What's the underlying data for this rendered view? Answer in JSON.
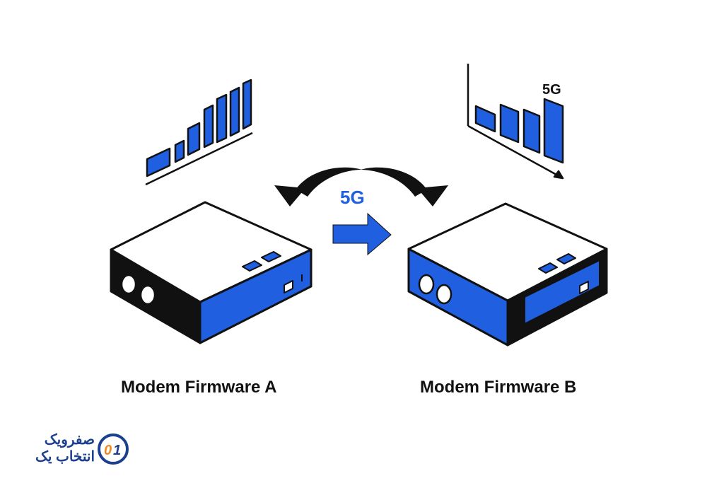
{
  "labels": {
    "modem_a": "Modem Firmware A",
    "modem_b": "Modem Firmware B"
  },
  "center_tag": "5G",
  "chart_b_tag": "5G",
  "logo": {
    "line1": "صفرویک",
    "line2": "انتخاب یک",
    "mark": "01"
  },
  "colors": {
    "accent": "#1f5fe0",
    "ink": "#111111",
    "logo_blue": "#1d3f8f",
    "logo_orange": "#f08a24"
  },
  "icons": [
    "signal-bars-rising",
    "signal-bars-falling",
    "swap-arrows",
    "right-arrow",
    "modem"
  ]
}
